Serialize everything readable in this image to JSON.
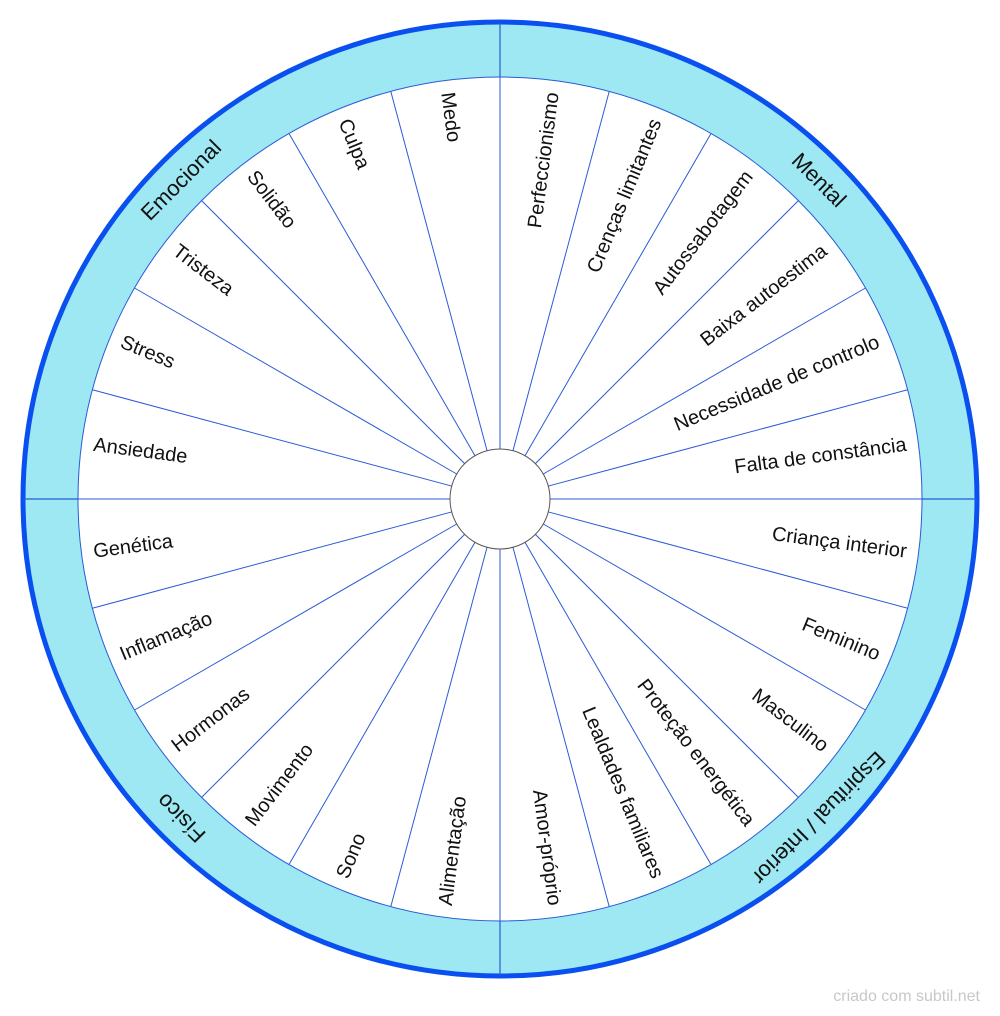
{
  "colors": {
    "ring_fill": "#9de8f2",
    "ring_border": "#0a4ff0",
    "line": "#2a5bd7",
    "hub_stroke": "#555555",
    "text": "#111111"
  },
  "quadrants": [
    {
      "name": "Emocional"
    },
    {
      "name": "Mental"
    },
    {
      "name": "Espiritual / Interior"
    },
    {
      "name": "Físico"
    }
  ],
  "segments": [
    {
      "label": "Perfeccionismo"
    },
    {
      "label": "Crenças limitantes"
    },
    {
      "label": "Autossabotagem"
    },
    {
      "label": "Baixa autoestima"
    },
    {
      "label": "Necessidade de controlo"
    },
    {
      "label": "Falta de constância"
    },
    {
      "label": "Criança interior"
    },
    {
      "label": "Feminino"
    },
    {
      "label": "Masculino"
    },
    {
      "label": "Proteção energética"
    },
    {
      "label": "Lealdades familiares"
    },
    {
      "label": "Amor-próprio"
    },
    {
      "label": "Alimentação"
    },
    {
      "label": "Sono"
    },
    {
      "label": "Movimento"
    },
    {
      "label": "Hormonas"
    },
    {
      "label": "Inflamação"
    },
    {
      "label": "Genética"
    },
    {
      "label": "Ansiedade"
    },
    {
      "label": "Stress"
    },
    {
      "label": "Tristeza"
    },
    {
      "label": "Solidão"
    },
    {
      "label": "Culpa"
    },
    {
      "label": "Medo"
    }
  ],
  "credit": "criado com subtil.net"
}
